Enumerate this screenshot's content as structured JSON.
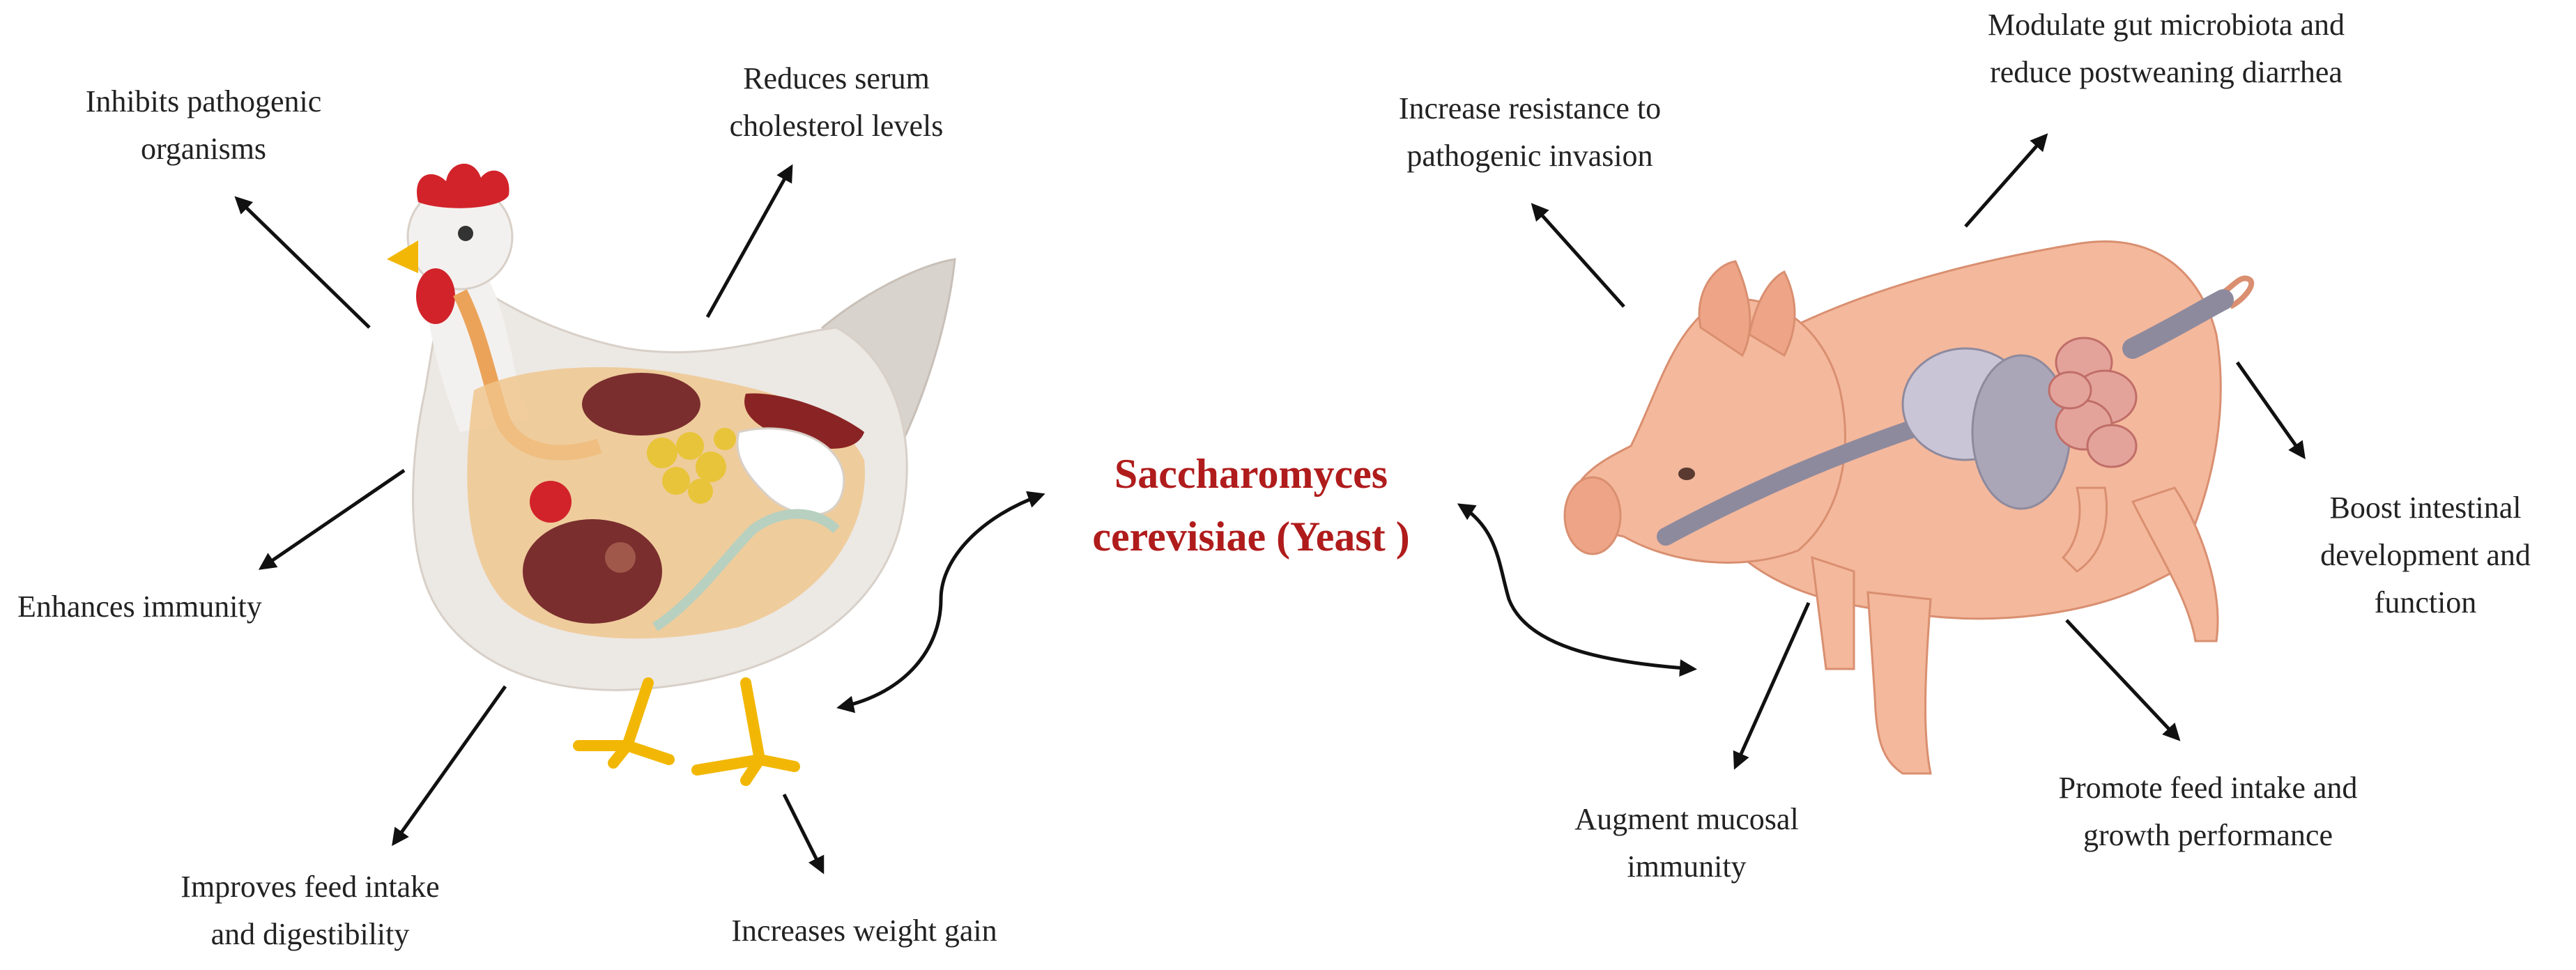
{
  "center": {
    "line1": "Saccharomyces",
    "line2": "cerevisiae (Yeast )",
    "color": "#b01c1c"
  },
  "chicken": {
    "labels": [
      {
        "lines": [
          "Inhibits pathogenic",
          "organisms"
        ]
      },
      {
        "lines": [
          "Reduces serum",
          "cholesterol levels"
        ]
      },
      {
        "lines": [
          "Enhances immunity"
        ]
      },
      {
        "lines": [
          "Improves feed intake",
          "and digestibility"
        ]
      },
      {
        "lines": [
          "Increases weight gain"
        ]
      }
    ]
  },
  "pig": {
    "labels": [
      {
        "lines": [
          "Increase resistance to",
          "pathogenic invasion"
        ]
      },
      {
        "lines": [
          "Modulate gut microbiota and",
          "reduce postweaning diarrhea"
        ]
      },
      {
        "lines": [
          "Boost intestinal",
          "development and",
          "function"
        ]
      },
      {
        "lines": [
          "Augment mucosal",
          "immunity"
        ]
      },
      {
        "lines": [
          "Promote feed intake and",
          "growth performance"
        ]
      }
    ]
  },
  "colors": {
    "chicken_feathers": "#ece8e4",
    "chicken_comb": "#d2232a",
    "chicken_beak": "#f2b705",
    "chicken_skin_orange": "#eba35a",
    "liver": "#7a2e2e",
    "pig_skin": "#f4b89c",
    "pig_outline": "#d98f70",
    "stomach": "#b9b5c8",
    "intestine": "#d98d88"
  }
}
